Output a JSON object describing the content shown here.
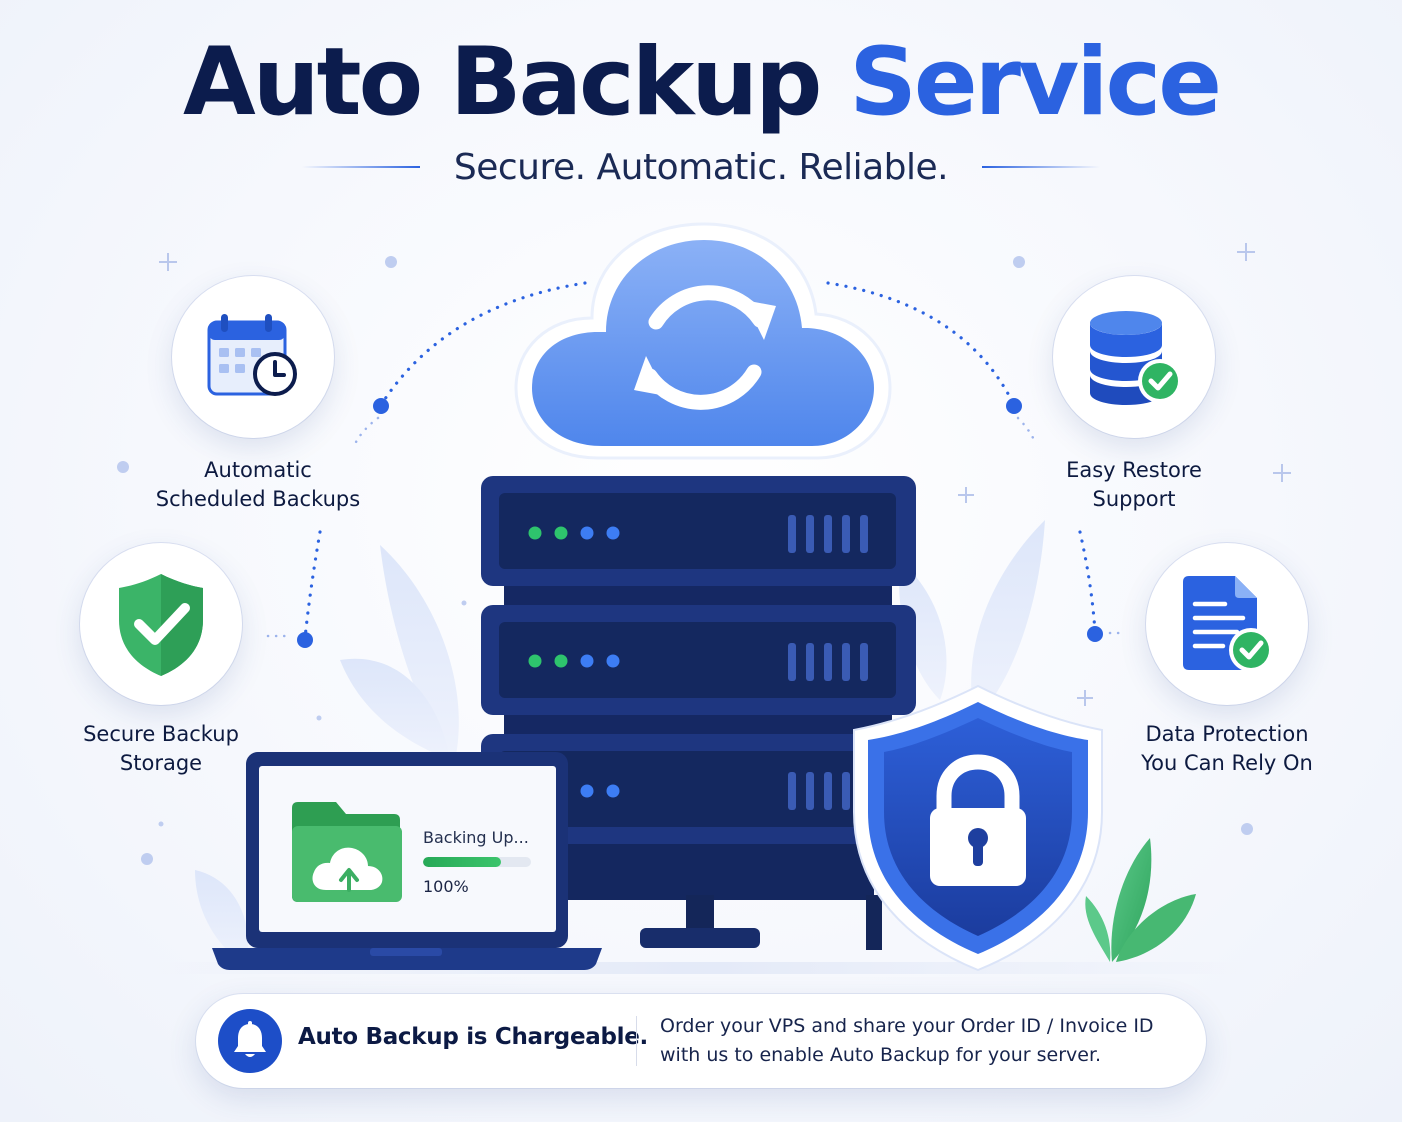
{
  "header": {
    "title_main": "Auto Backup",
    "title_accent": "Service",
    "subtitle": "Secure. Automatic. Reliable."
  },
  "features": {
    "scheduled": {
      "line1": "Automatic",
      "line2": "Scheduled Backups",
      "icon": "calendar-clock-icon"
    },
    "secure_storage": {
      "line1": "Secure Backup",
      "line2": "Storage",
      "icon": "shield-check-icon"
    },
    "restore": {
      "line1": "Easy Restore",
      "line2": "Support",
      "icon": "database-check-icon"
    },
    "protection": {
      "line1": "Data Protection",
      "line2": "You Can Rely On",
      "icon": "document-check-icon"
    }
  },
  "laptop": {
    "status": "Backing Up...",
    "progress_text": "100%",
    "progress_fraction": 0.72
  },
  "banner": {
    "title": "Auto Backup is Chargeable.",
    "line1": "Order your VPS and share your Order ID / Invoice ID",
    "line2": "with us to enable Auto Backup for your server."
  },
  "colors": {
    "navy": "#0c1c4d",
    "accent_blue": "#2b62e0",
    "server_dark": "#1a2f72",
    "success_green": "#2fb463"
  }
}
